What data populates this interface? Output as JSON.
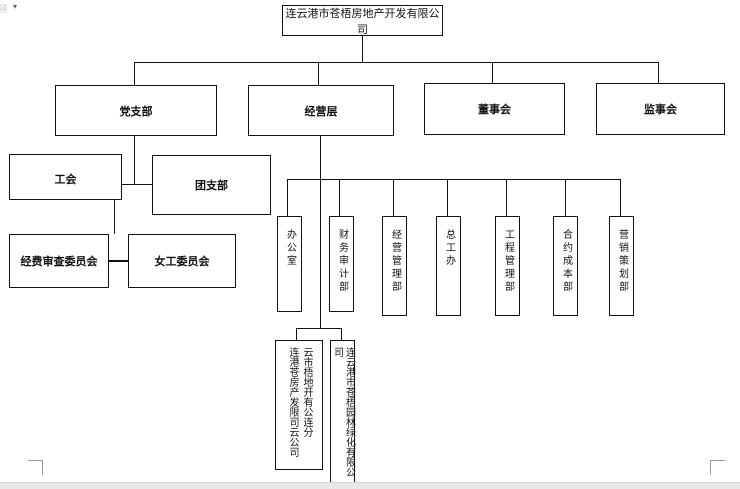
{
  "diagram": {
    "root": "连云港市苍梧房地产开发有限公司",
    "level1": {
      "party": "党支部",
      "management": "经营层",
      "board": "董事会",
      "supervisors": "监事会"
    },
    "party_children": {
      "union": "工会",
      "youth": "团支部",
      "audit": "经费审查委员会",
      "women": "女工委员会"
    },
    "departments": [
      "办公室",
      "财务审计部",
      "经营管理部",
      "总工办",
      "工程管理部",
      "合约成本部",
      "营销策划部"
    ],
    "subsidiaries": {
      "branch_col1": "云市梧地开有公连分",
      "branch_col2": "连港苍房产发限司云公司",
      "landscape": "连云港市苍梧园林绿化有限公司"
    }
  },
  "toolbar": {
    "doc_icon": "document-icon",
    "dropdown_icon": "chevron-down-icon"
  }
}
